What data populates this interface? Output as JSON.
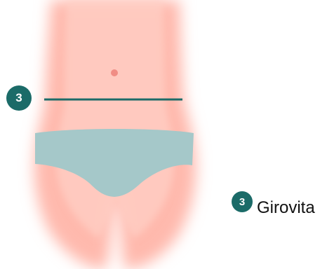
{
  "colors": {
    "skin_glow": "#ffb9ad",
    "skin_core": "#ffd3ca",
    "navel": "#f08d85",
    "underwear": "#a5c8c9",
    "measure_line": "#1b6b68",
    "badge": "#1b6b68"
  },
  "marker": {
    "number": "3"
  },
  "legend": {
    "number": "3",
    "label": "Girovita"
  }
}
